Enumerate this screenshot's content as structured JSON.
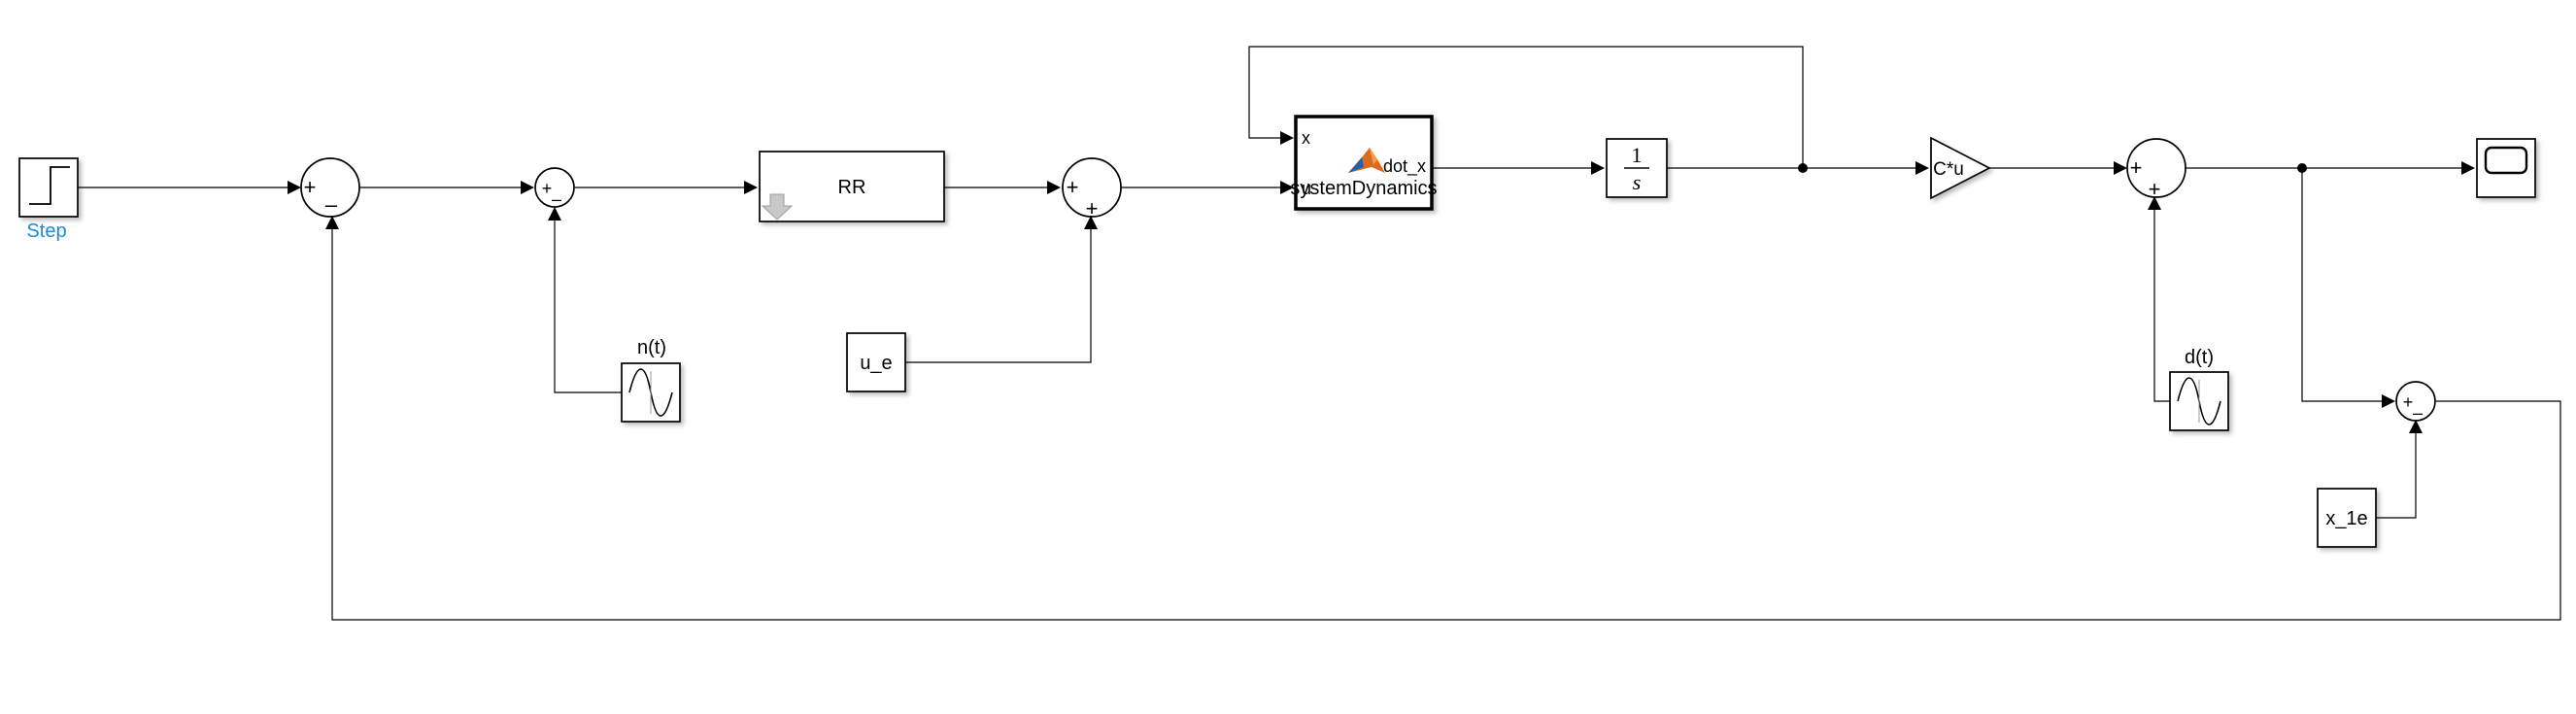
{
  "colors": {
    "link": "#1a8ad1",
    "matlab_orange": "#e06a1b",
    "matlab_blue": "#2a5fa8"
  },
  "blocks": {
    "step": {
      "name": "Step"
    },
    "noise": {
      "name": "n(t)"
    },
    "disturbance": {
      "name": "d(t)"
    },
    "controller": {
      "name": "RR"
    },
    "const_ue": {
      "name": "u_e"
    },
    "const_x1e": {
      "name": "x_1e"
    },
    "gain": {
      "name": "C*u"
    },
    "integrator": {
      "num": "1",
      "den": "s"
    },
    "fcn": {
      "in1": "x",
      "in2": "u",
      "out": "dot_x",
      "name": "systemDynamics"
    }
  },
  "sums": {
    "sum1": {
      "top": "+",
      "bottom": "–"
    },
    "sum2": {
      "top": "+",
      "bottom": "–"
    },
    "sum3": {
      "top": "+",
      "bottom": "+"
    },
    "sum4": {
      "top": "+",
      "bottom": "+"
    },
    "sum5": {
      "top": "+",
      "bottom": "–"
    }
  },
  "icons": {
    "step": "step-icon",
    "sine": "sine-wave-icon",
    "scope": "scope-icon",
    "matlab": "matlab-logo-icon",
    "subsystem": "down-arrow-icon"
  }
}
